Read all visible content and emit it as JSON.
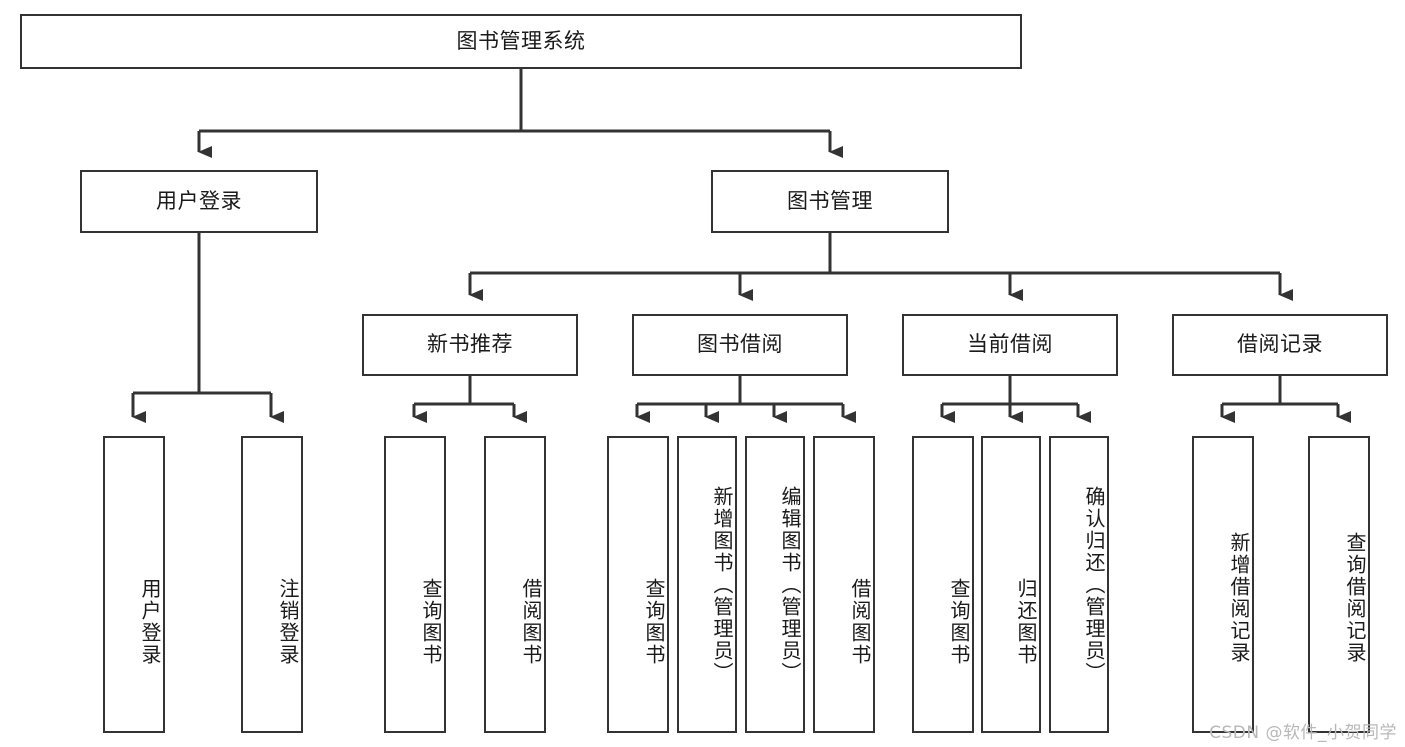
{
  "diagram": {
    "title": "图书管理系统",
    "type": "tree-hierarchy-chart",
    "root": {
      "id": "root",
      "label": "图书管理系统"
    },
    "level2": [
      {
        "id": "user-login",
        "label": "用户登录"
      },
      {
        "id": "book-manage",
        "label": "图书管理"
      }
    ],
    "level3": [
      {
        "id": "new-book-recommend",
        "label": "新书推荐",
        "parent": "book-manage"
      },
      {
        "id": "book-borrow",
        "label": "图书借阅",
        "parent": "book-manage"
      },
      {
        "id": "current-borrow",
        "label": "当前借阅",
        "parent": "book-manage"
      },
      {
        "id": "borrow-record",
        "label": "借阅记录",
        "parent": "book-manage"
      }
    ],
    "leaves": [
      {
        "id": "leaf-user-login",
        "label": "用户登录",
        "parent": "user-login"
      },
      {
        "id": "leaf-user-logout",
        "label": "注销登录",
        "parent": "user-login"
      },
      {
        "id": "leaf-query-book-1",
        "label": "查询图书",
        "parent": "new-book-recommend"
      },
      {
        "id": "leaf-borrow-book-1",
        "label": "借阅图书",
        "parent": "new-book-recommend"
      },
      {
        "id": "leaf-query-book-2",
        "label": "查询图书",
        "parent": "book-borrow"
      },
      {
        "id": "leaf-add-book",
        "label": "新增图书（管理员）",
        "parent": "book-borrow"
      },
      {
        "id": "leaf-edit-book",
        "label": "编辑图书（管理员）",
        "parent": "book-borrow"
      },
      {
        "id": "leaf-borrow-book-2",
        "label": "借阅图书",
        "parent": "book-borrow"
      },
      {
        "id": "leaf-query-book-3",
        "label": "查询图书",
        "parent": "current-borrow"
      },
      {
        "id": "leaf-return-book",
        "label": "归还图书",
        "parent": "current-borrow"
      },
      {
        "id": "leaf-confirm-return",
        "label": "确认归还（管理员）",
        "parent": "current-borrow"
      },
      {
        "id": "leaf-add-record",
        "label": "新增借阅记录",
        "parent": "borrow-record"
      },
      {
        "id": "leaf-query-record",
        "label": "查询借阅记录",
        "parent": "borrow-record"
      }
    ],
    "watermark": "CSDN @软件_小贺同学",
    "colors": {
      "stroke": "#333333",
      "fill": "#ffffff",
      "text": "#1a1a1a",
      "watermark": "#b8b8b8"
    }
  }
}
